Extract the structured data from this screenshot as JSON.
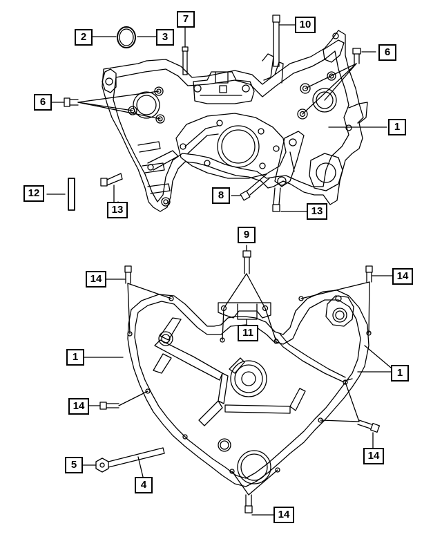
{
  "diagram": {
    "callouts": [
      {
        "id": "c1a",
        "label": "1"
      },
      {
        "id": "c1b",
        "label": "1"
      },
      {
        "id": "c1c",
        "label": "1"
      },
      {
        "id": "c2",
        "label": "2"
      },
      {
        "id": "c3",
        "label": "3"
      },
      {
        "id": "c4",
        "label": "4"
      },
      {
        "id": "c5",
        "label": "5"
      },
      {
        "id": "c6a",
        "label": "6"
      },
      {
        "id": "c6b",
        "label": "6"
      },
      {
        "id": "c7",
        "label": "7"
      },
      {
        "id": "c8",
        "label": "8"
      },
      {
        "id": "c9",
        "label": "9"
      },
      {
        "id": "c10",
        "label": "10"
      },
      {
        "id": "c11",
        "label": "11"
      },
      {
        "id": "c12",
        "label": "12"
      },
      {
        "id": "c13a",
        "label": "13"
      },
      {
        "id": "c13b",
        "label": "13"
      },
      {
        "id": "c14a",
        "label": "14"
      },
      {
        "id": "c14b",
        "label": "14"
      },
      {
        "id": "c14c",
        "label": "14"
      },
      {
        "id": "c14d",
        "label": "14"
      },
      {
        "id": "c14e",
        "label": "14"
      }
    ]
  }
}
